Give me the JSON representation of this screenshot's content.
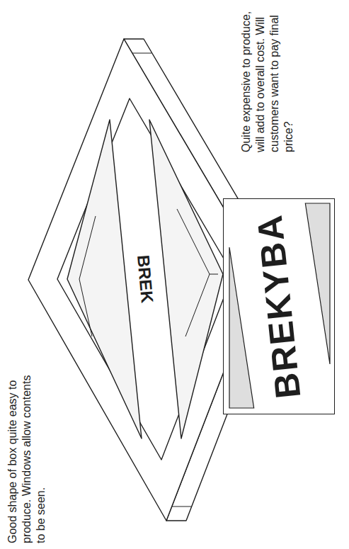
{
  "diagram": {
    "nodes": [
      {
        "text": [
          "BREKYBA"
        ]
      }
    ],
    "labels": [
      "Good shape of box quite easy to produce. Windows allow contents to be seen.",
      "Quite expensive to produce, will add to overall cost. Will customers want to pay final price?",
      "BREK"
    ]
  }
}
